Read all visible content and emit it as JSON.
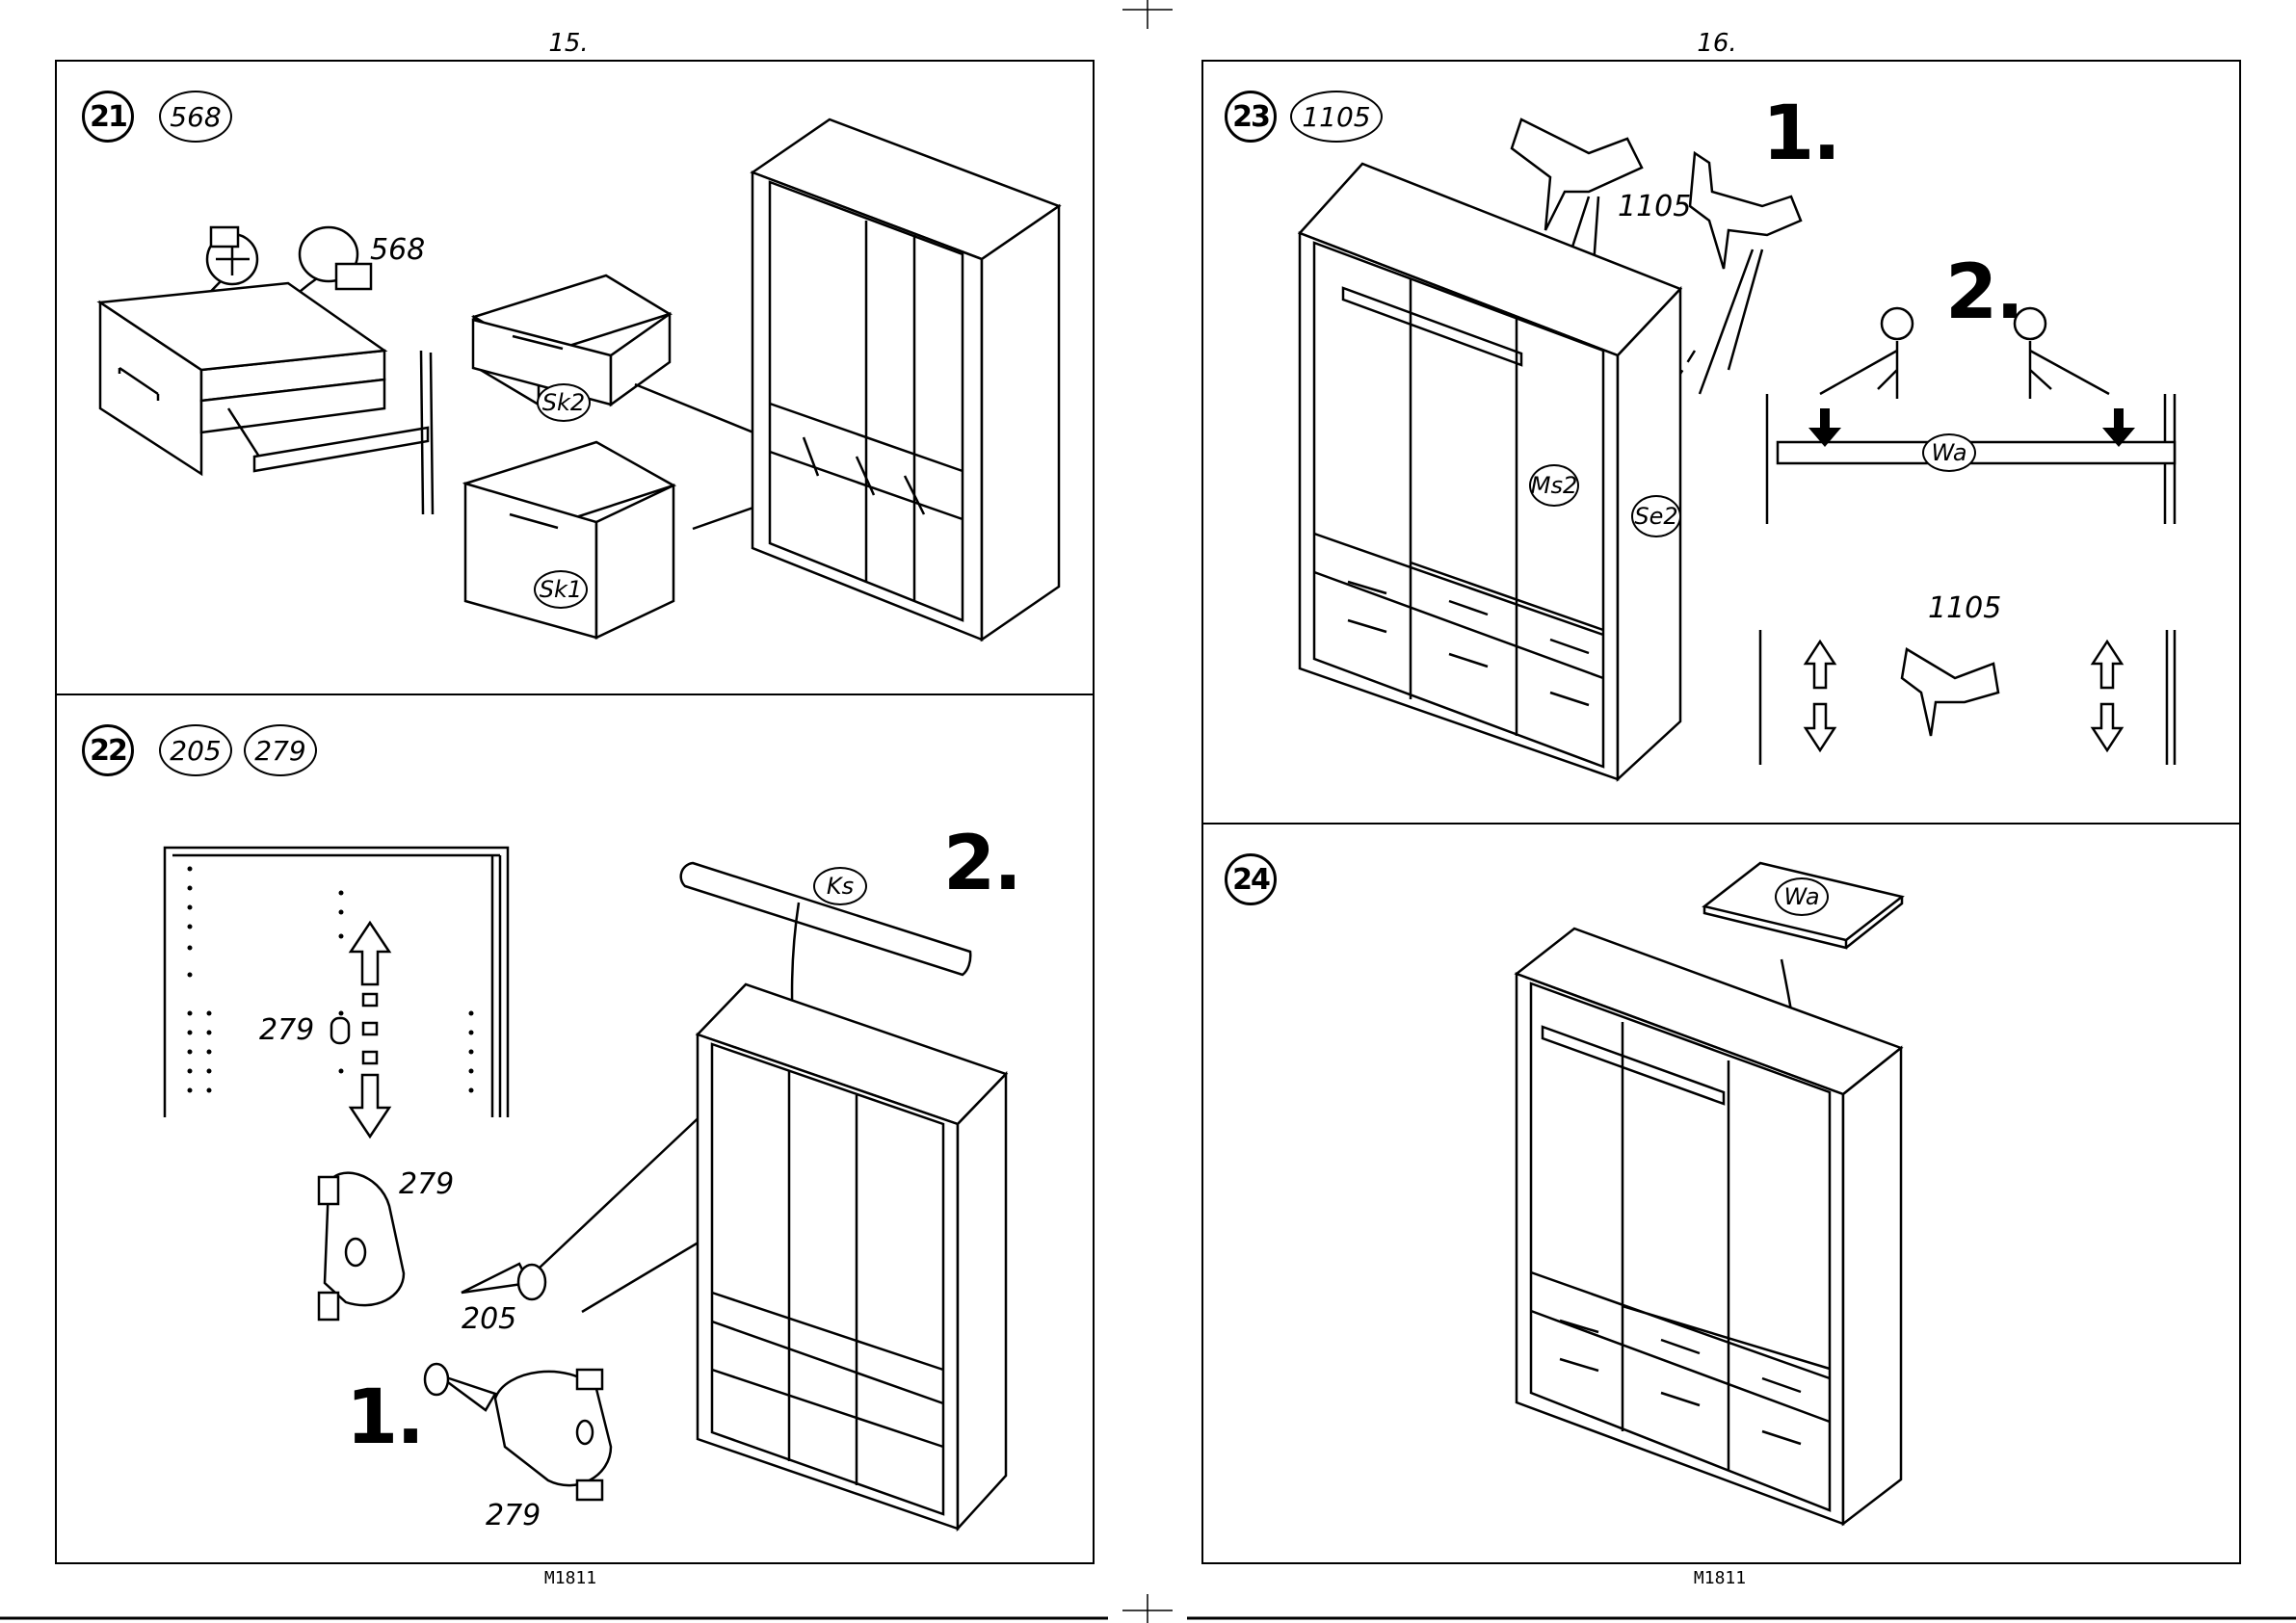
{
  "pages": [
    {
      "number": "15.",
      "doc_id": "M1811"
    },
    {
      "number": "16.",
      "doc_id": "M1811"
    }
  ],
  "steps": [
    {
      "id": "21",
      "parts": [
        "568"
      ],
      "labels": {
        "screw": "568",
        "drawer_top": "Sk2",
        "drawer_bottom": "Sk1"
      }
    },
    {
      "id": "22",
      "parts": [
        "205",
        "279"
      ],
      "labels": {
        "hole": "279",
        "bracket_top": "279",
        "screw": "205",
        "bracket_bottom": "279",
        "rod": "Ks"
      },
      "substeps": [
        "1.",
        "2."
      ]
    },
    {
      "id": "23",
      "parts": [
        "1105"
      ],
      "labels": {
        "support": "1105",
        "support_small": "1105",
        "middle": "Ms2",
        "side": "Se2",
        "shelf": "Wa"
      },
      "substeps": [
        "1.",
        "2."
      ]
    },
    {
      "id": "24",
      "parts": [],
      "labels": {
        "shelf": "Wa"
      }
    }
  ]
}
